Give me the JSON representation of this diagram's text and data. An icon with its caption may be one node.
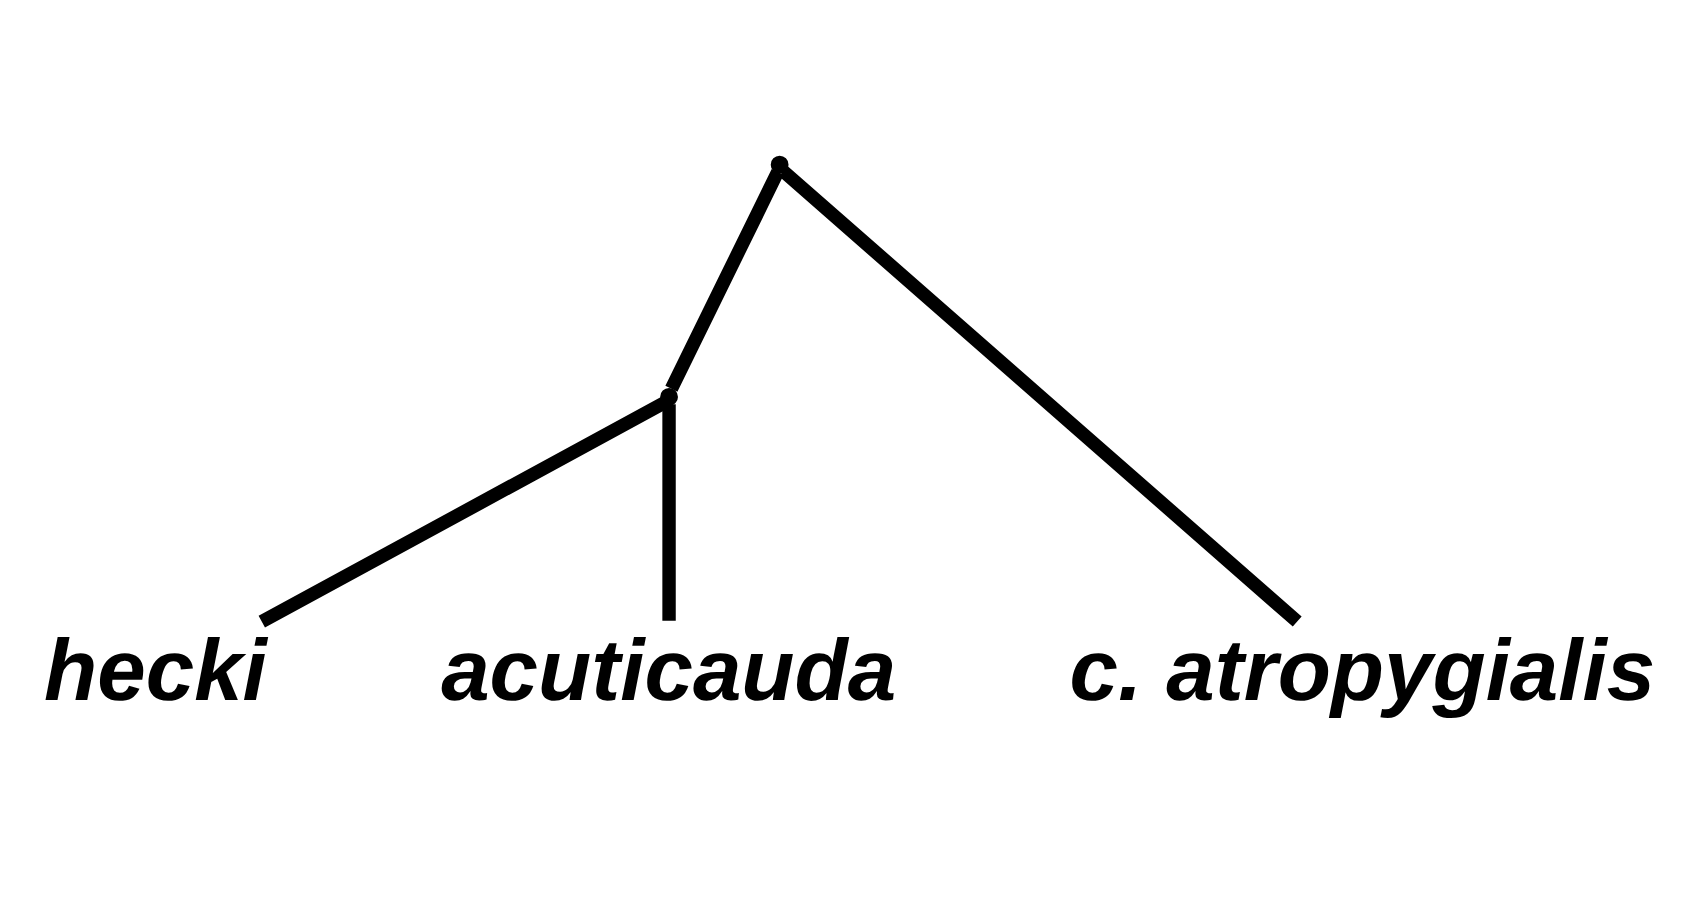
{
  "diagram": {
    "nodes": [
      {
        "text": [],
        "shape": "point"
      },
      {
        "text": [],
        "shape": "point"
      },
      {
        "text": [
          "hecki"
        ]
      },
      {
        "text": [
          "acuticauda"
        ]
      },
      {
        "text": [
          "c. atropygialis"
        ]
      }
    ],
    "edges": [
      {
        "from": 0,
        "to": 1,
        "arrow": "none"
      },
      {
        "from": 0,
        "to": 4,
        "arrow": "none"
      },
      {
        "from": 1,
        "to": 2,
        "arrow": "none"
      },
      {
        "from": 1,
        "to": 3,
        "arrow": "none"
      }
    ]
  }
}
